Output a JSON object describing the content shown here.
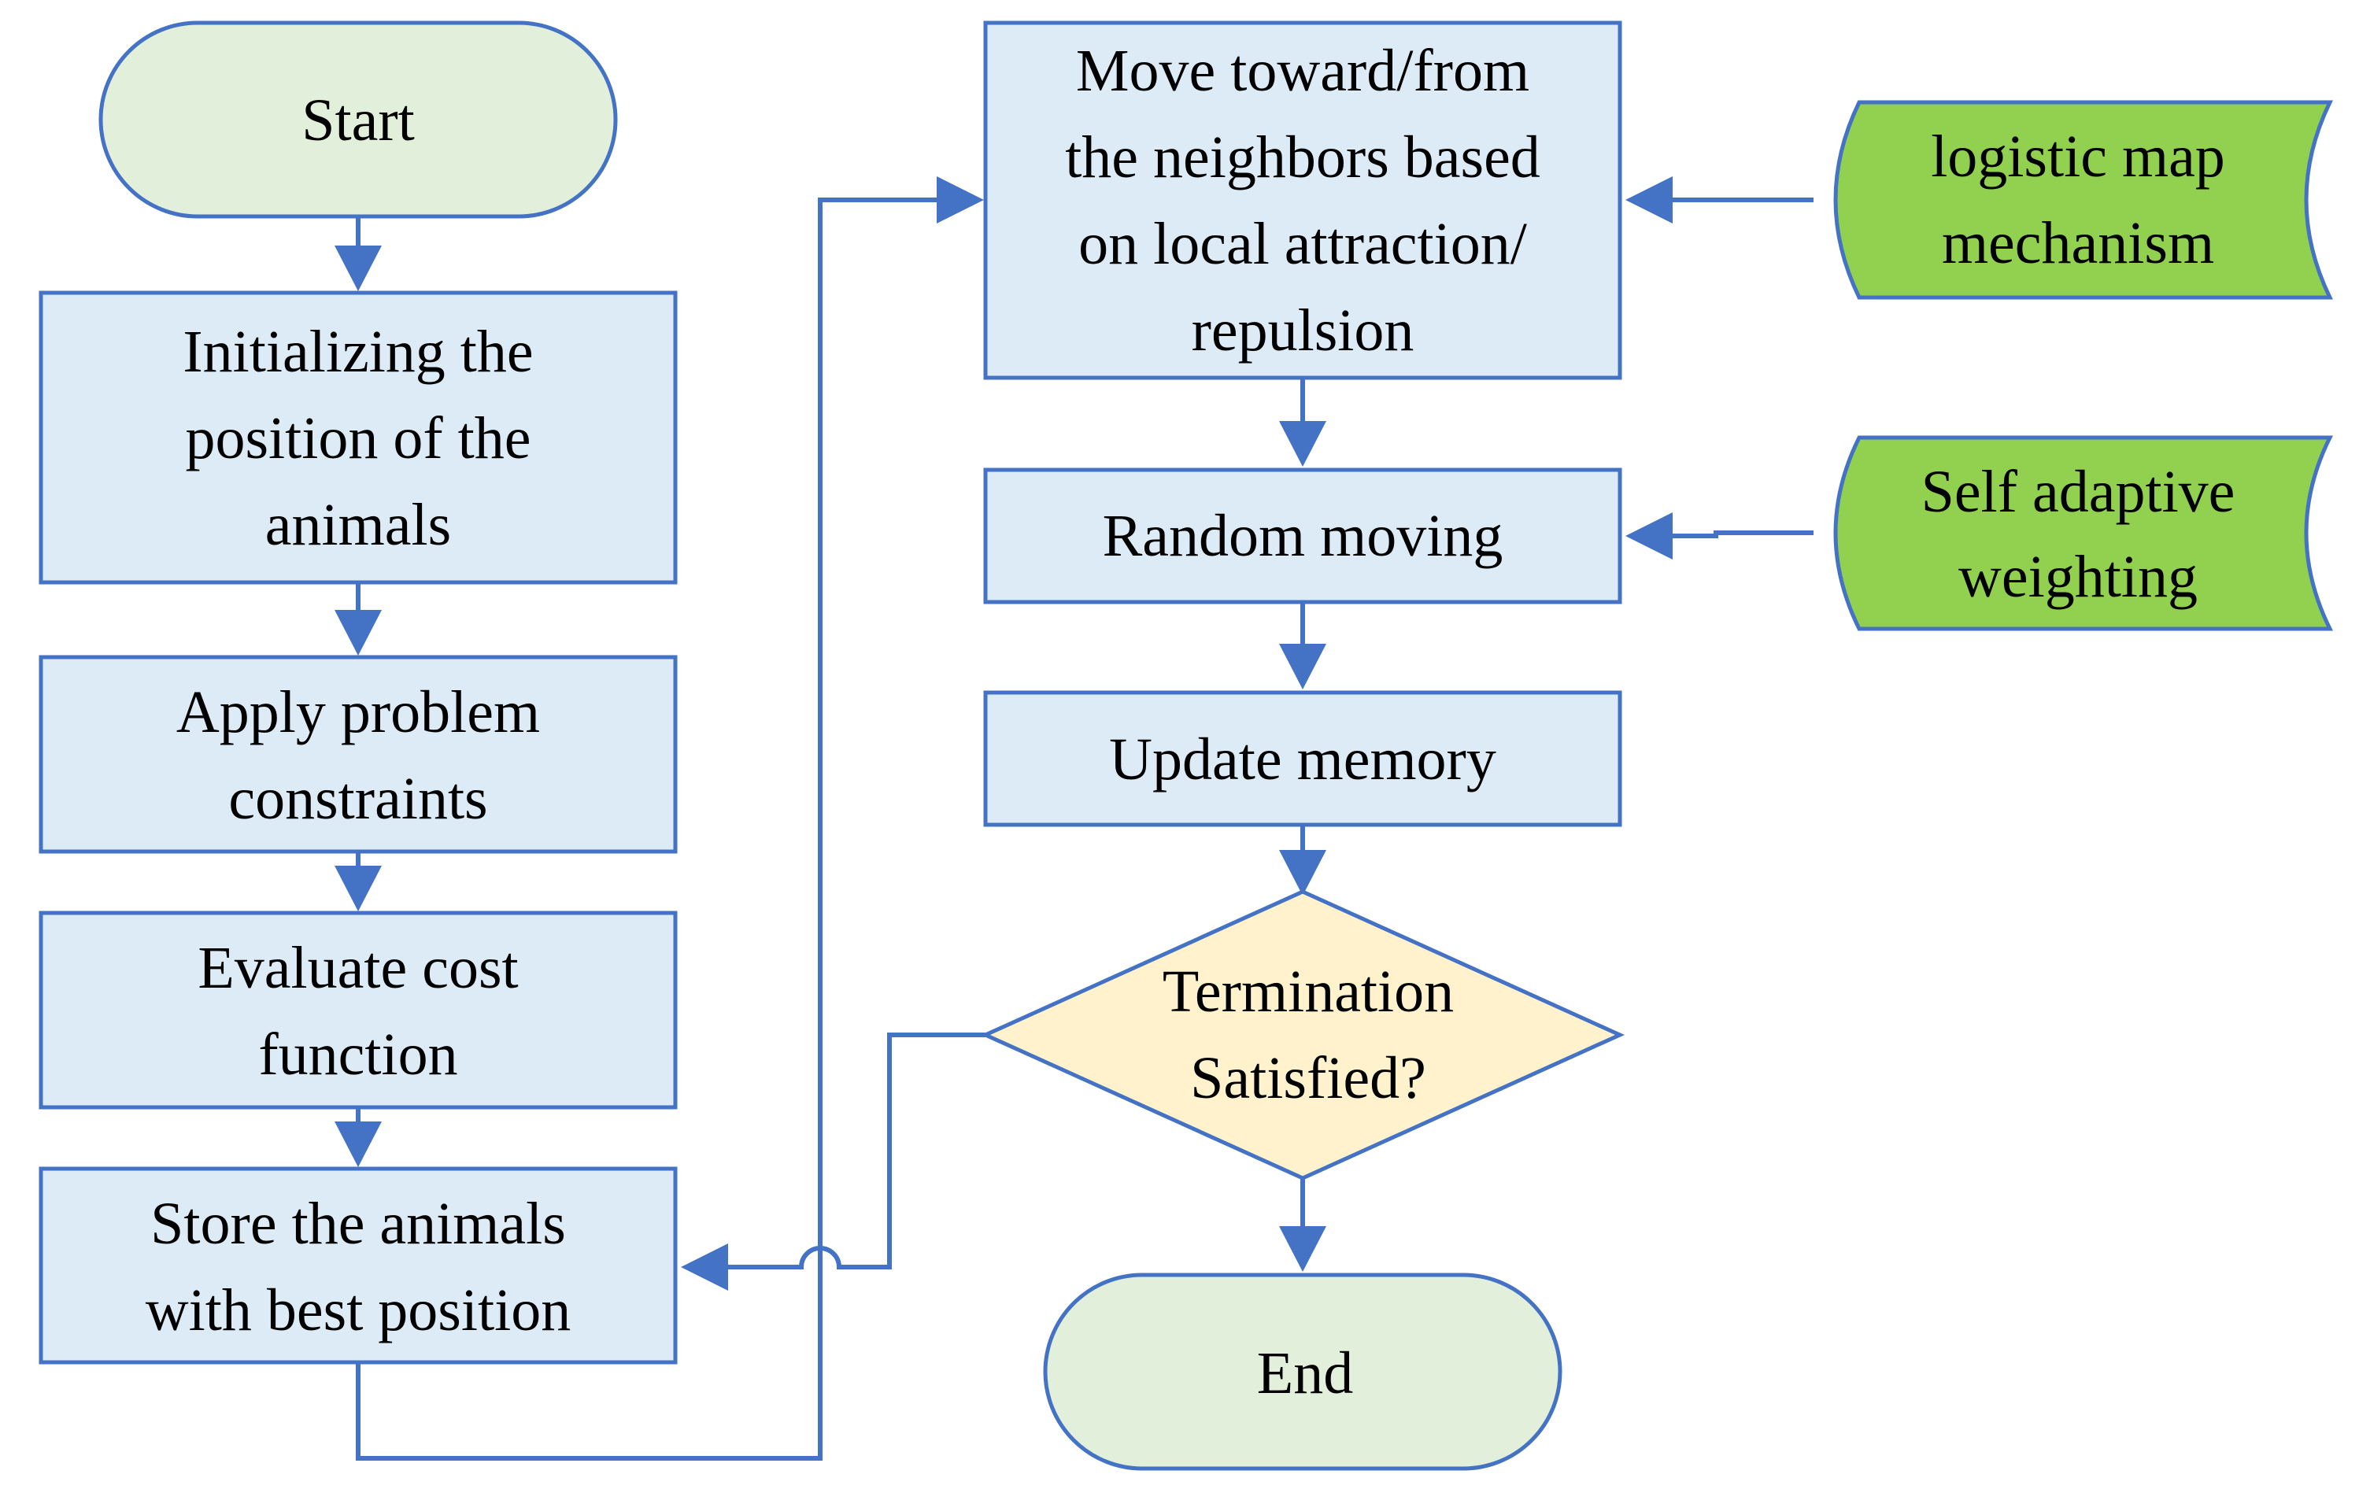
{
  "nodes": {
    "start": {
      "text": [
        "Start"
      ]
    },
    "init": {
      "text": [
        "Initializing the",
        "position of the",
        "animals"
      ]
    },
    "constraints": {
      "text": [
        "Apply problem",
        "constraints"
      ]
    },
    "evaluate": {
      "text": [
        "Evaluate cost",
        "function"
      ]
    },
    "store": {
      "text": [
        "Store the animals",
        "with best position"
      ]
    },
    "move": {
      "text": [
        "Move toward/from",
        "the neighbors based",
        "on local attraction/",
        "repulsion"
      ]
    },
    "random": {
      "text": [
        "Random moving"
      ]
    },
    "update": {
      "text": [
        "Update memory"
      ]
    },
    "termination": {
      "text": [
        "Termination",
        "Satisfied?"
      ]
    },
    "end": {
      "text": [
        "End"
      ]
    },
    "logistic": {
      "text": [
        "logistic map",
        "mechanism"
      ]
    },
    "adaptive": {
      "text": [
        "Self adaptive",
        "weighting"
      ]
    }
  },
  "colors": {
    "stroke": "#4472C4",
    "process_fill": "#DDEBF7",
    "terminal_fill": "#E2EFDA",
    "decision_fill": "#FFF2CC",
    "input_fill": "#92D050"
  }
}
